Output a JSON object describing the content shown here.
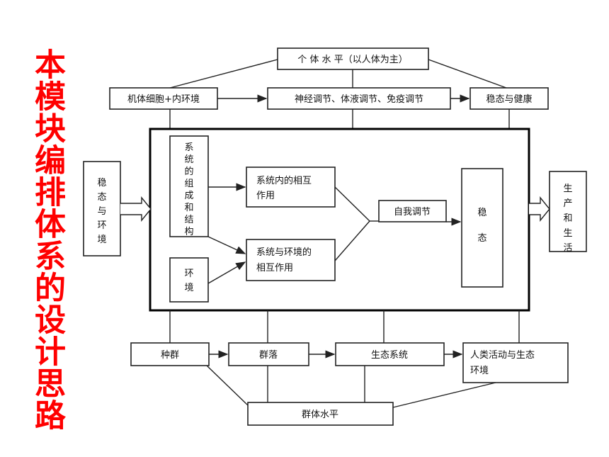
{
  "side_title": "本模块编排体系的设计思路",
  "nodes": {
    "individual_level": "个 体 水 平（以人体为主）",
    "cell_env": "机体细胞+内环境",
    "regulation": "神经调节、体液调节、免疫调节",
    "health": "稳态与健康",
    "steady_env": "稳态与环境",
    "sys_structure": "系统的组成和结构",
    "environment": "环境",
    "sys_internal": [
      "系统内的相互",
      "作用"
    ],
    "sys_env": [
      "系统与环境的",
      "相互作用"
    ],
    "self_reg": "自我调节",
    "steady": "稳态",
    "production": "生产和生活",
    "population": "种群",
    "community": "群落",
    "ecosystem": "生态系统",
    "human_activity": [
      "人类活动与生态",
      "环境"
    ],
    "group_level": "群体水平"
  }
}
